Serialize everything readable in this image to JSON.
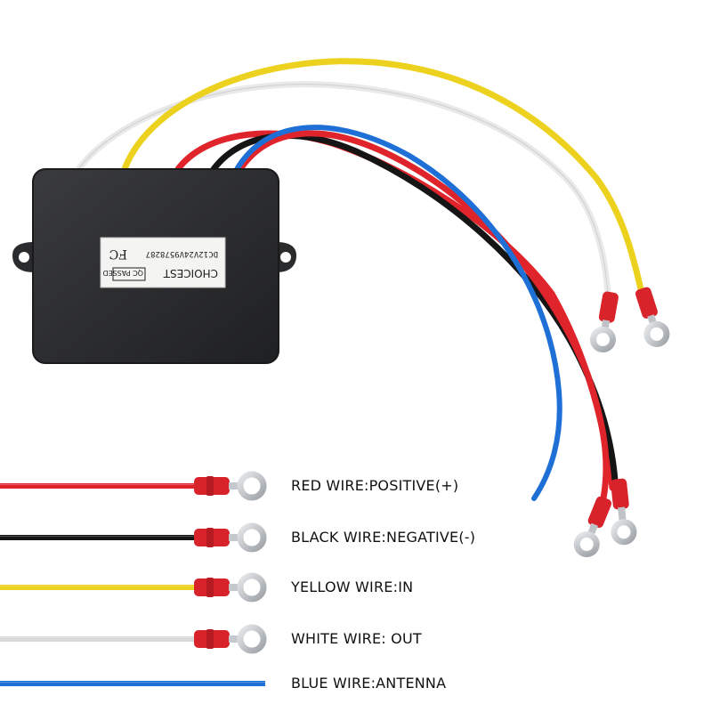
{
  "product_label": {
    "brand": "CHOICEST",
    "qc": "QC PASSED",
    "model": "DC12V24V9578287",
    "cert_mark": "FC"
  },
  "colors": {
    "red": "#e0242b",
    "black": "#151515",
    "yellow": "#ecd21e",
    "white": "#d9d9d9",
    "blue": "#1e6fd6",
    "box": "#2b2c2e",
    "terminal": "#d8232a",
    "ring": "#c9ccd0"
  },
  "legend": [
    {
      "label": "RED WIRE:POSITIVE(+)",
      "color": "red",
      "terminal": true
    },
    {
      "label": "BLACK WIRE:NEGATIVE(-)",
      "color": "black",
      "terminal": true
    },
    {
      "label": "YELLOW WIRE:IN",
      "color": "yellow",
      "terminal": true
    },
    {
      "label": "WHITE WIRE: OUT",
      "color": "white",
      "terminal": true
    },
    {
      "label": "BLUE WIRE:ANTENNA",
      "color": "blue",
      "terminal": false
    }
  ]
}
